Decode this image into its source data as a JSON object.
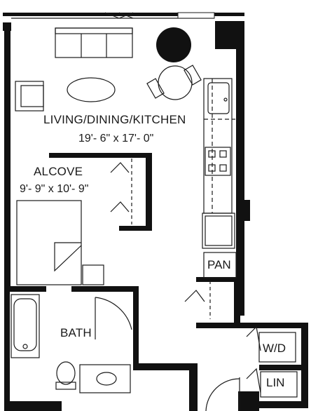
{
  "plan": {
    "living": {
      "name": "LIVING/DINING/KITCHEN",
      "dimensions": "19'- 6\" x 17'- 0\""
    },
    "alcove": {
      "name": "ALCOVE",
      "dimensions": "9'- 9\" x 10'- 9\""
    },
    "bath": {
      "name": "BATH"
    },
    "pantry": {
      "name": "PAN"
    },
    "washer_dryer": {
      "name": "W/D"
    },
    "linen": {
      "name": "LIN"
    }
  },
  "colors": {
    "wall": "#111111",
    "line": "#1a1a1a",
    "background": "#ffffff"
  }
}
